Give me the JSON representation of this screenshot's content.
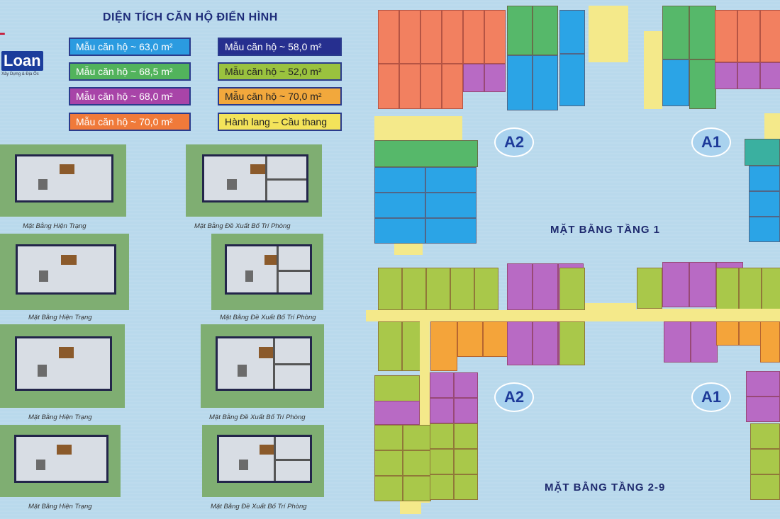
{
  "legend": {
    "title": "DIỆN TÍCH CĂN HỘ ĐIỂN HÌNH",
    "items": [
      {
        "label": "Mẫu căn hộ ~ 63,0 m²",
        "color": "#2b9be0"
      },
      {
        "label": "Mẫu căn hộ ~ 58,0 m²",
        "color": "#262f8f"
      },
      {
        "label": "Mẫu căn hộ ~ 68,5 m²",
        "color": "#52b35c"
      },
      {
        "label": "Mẫu căn hộ ~ 52,0 m²",
        "color": "#9ac23e"
      },
      {
        "label": "Mẫu căn hộ ~ 68,0 m²",
        "color": "#a844a8"
      },
      {
        "label": "Mẫu căn hộ ~ 70,0 m²",
        "color": "#f2a83c"
      },
      {
        "label": "Mẫu căn hộ ~ 70,0 m²",
        "color": "#f07a3a"
      },
      {
        "label": "Hành lang – Cầu thang",
        "color": "#f3e35a"
      }
    ]
  },
  "logo": {
    "mark": "L",
    "name": "Loan",
    "tagline": "Xây Dựng & Địa Ốc"
  },
  "thumbs": {
    "current": "Mặt Bằng Hiện Trạng",
    "proposed": "Mặt Bằng Đề Xuất Bố Trí Phòng"
  },
  "floors": {
    "floor1": "MẶT BẰNG TẦNG 1",
    "floor2_9": "MẶT BẰNG TẦNG 2-9",
    "block_a1": "A1",
    "block_a2": "A2"
  },
  "colors": {
    "blue": "#2ba4e6",
    "orange": "#f28060",
    "green": "#56b86a",
    "lime": "#a9c84a",
    "purple": "#b86ac4",
    "amber": "#f4a43a",
    "corridor": "#f4e98a",
    "teal": "#3ab0a0"
  }
}
